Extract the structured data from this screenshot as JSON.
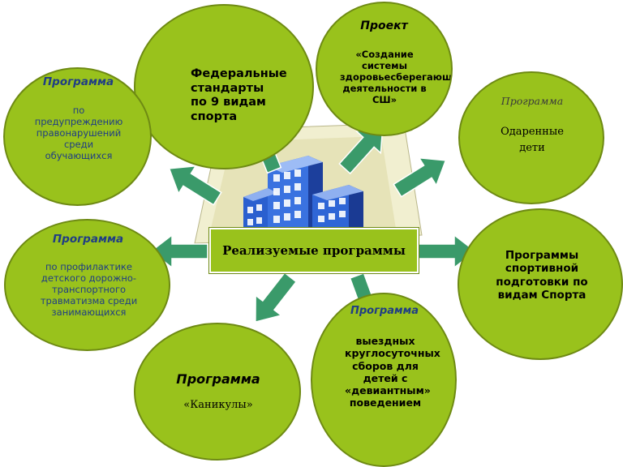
{
  "center": {
    "label": "Реализуемые программы"
  },
  "nodes": {
    "federal": {
      "text": "Федеральные стандарты по 9 видам спорта"
    },
    "project": {
      "title": "Проект",
      "body": "«Создание системы здоровьесберегающей деятельности в СШ»"
    },
    "gifted": {
      "title": "Программа",
      "body": "Одаренные дети"
    },
    "offense": {
      "title": "Программа",
      "body": "по предупреждению правонарушений среди обучающихся"
    },
    "traffic": {
      "title": "Программа",
      "body": "по профилактике детского дорожно-транспортного травматизма среди занимающихся"
    },
    "sport_training": {
      "text": "Программы спортивной подготовки по видам Спорта"
    },
    "holidays": {
      "title": "Программа",
      "body": "«Каникулы»"
    },
    "camps": {
      "title": "Программа",
      "body": "выездных круглосуточных сборов для детей с «девиантным» поведением"
    }
  },
  "colors": {
    "node_fill": "#99c21c",
    "node_border": "#6e8a13",
    "arrow_fill": "#3a9a6a",
    "title_blue": "#1f3d85",
    "building_blue": "#2a5fcf"
  }
}
